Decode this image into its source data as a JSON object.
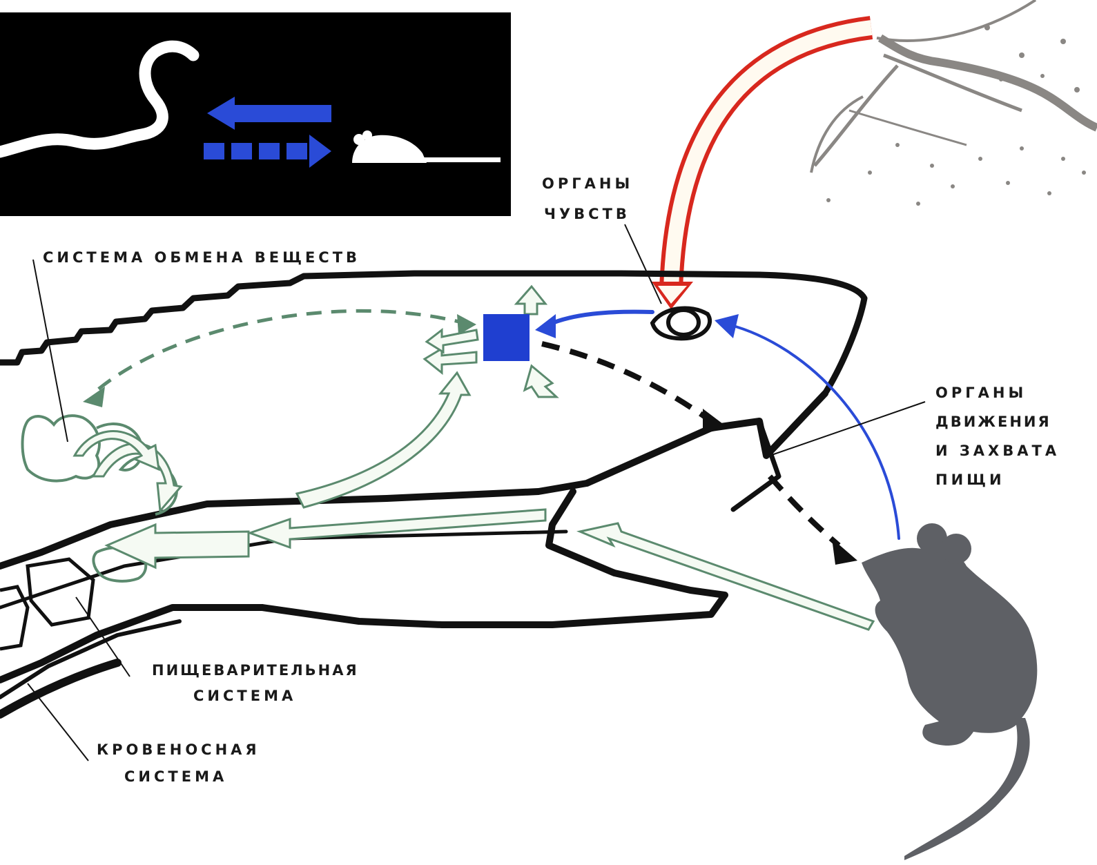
{
  "labels": {
    "sense_organs": [
      "ОРГАНЫ",
      "ЧУВСТВ"
    ],
    "metabolism": "СИСТЕМА ОБМЕНА ВЕЩЕСТВ",
    "movement_organs": [
      "ОРГАНЫ",
      "ДВИЖЕНИЯ",
      "И ЗАХВАТА",
      "ПИЩИ"
    ],
    "digestive": [
      "ПИЩЕВАРИТЕЛЬНАЯ",
      "СИСТЕМА"
    ],
    "circulatory": [
      "КРОВЕНОСНАЯ",
      "СИСТЕМА"
    ]
  },
  "colors": {
    "outline": "#111111",
    "nerve_center": "#1f3fd0",
    "signal_arrow": "#2a4bd7",
    "sensory_input": "#d8281e",
    "nutrient_flow": "#5b8a6e",
    "prey": "#5e6065",
    "inset_background": "#000000"
  },
  "icons": {
    "inset": [
      "snake-icon",
      "mouse-icon",
      "arrow-left-icon",
      "dashed-arrow-right-icon"
    ],
    "main": [
      "snake-head",
      "eye-icon",
      "brain-box",
      "mouse-prey",
      "heart-organ",
      "stomach-organ"
    ]
  }
}
